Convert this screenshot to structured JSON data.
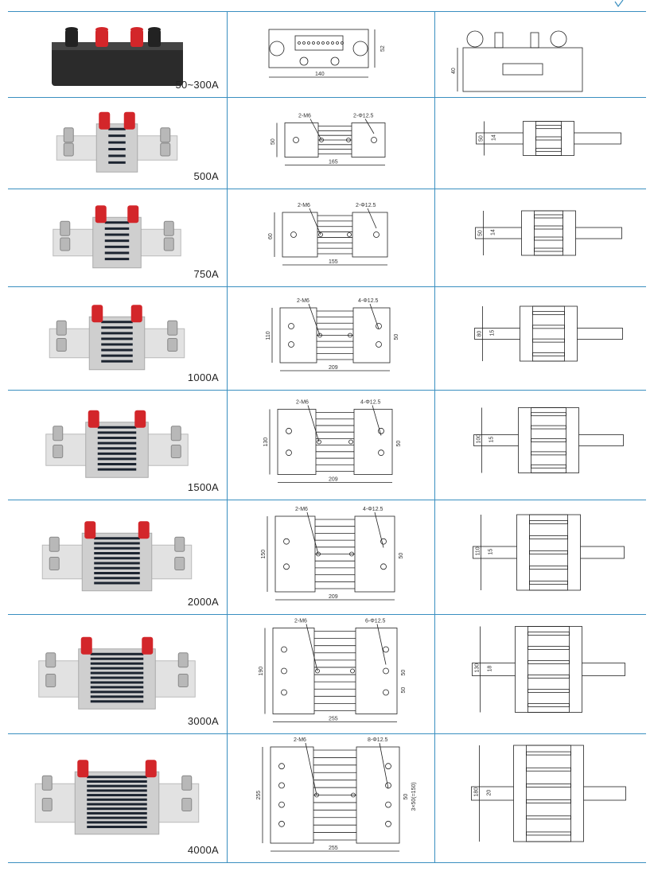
{
  "shunts": [
    {
      "rating": "50~300A",
      "top_length": "140",
      "top_height": "52",
      "side_height": "40"
    },
    {
      "rating": "500A",
      "hole_label": "2-M6",
      "dia_label": "2-Φ12.5",
      "top_height": "50",
      "top_length": "165",
      "side_height": "50",
      "side_thick": "14"
    },
    {
      "rating": "750A",
      "hole_label": "2-M6",
      "dia_label": "2-Φ12.5",
      "top_height": "60",
      "top_length": "155",
      "side_height": "50",
      "side_thick": "14"
    },
    {
      "rating": "1000A",
      "hole_label": "2-M6",
      "dia_label": "4-Φ12.5",
      "top_height": "110",
      "hole_pitch": "50",
      "top_length": "209",
      "side_height": "80",
      "side_thick": "15"
    },
    {
      "rating": "1500A",
      "hole_label": "2-M6",
      "dia_label": "4-Φ12.5",
      "top_height": "130",
      "hole_pitch": "50",
      "top_length": "209",
      "side_height": "100",
      "side_thick": "15"
    },
    {
      "rating": "2000A",
      "hole_label": "2-M6",
      "dia_label": "4-Φ12.5",
      "top_height": "150",
      "hole_pitch": "50",
      "top_length": "209",
      "side_height": "110",
      "side_thick": "15"
    },
    {
      "rating": "3000A",
      "hole_label": "2-M6",
      "dia_label": "6-Φ12.5",
      "top_height": "190",
      "hole_pitch": "50",
      "hole_pitch_2": "50",
      "top_length": "255",
      "side_height": "130",
      "side_thick": "18"
    },
    {
      "rating": "4000A",
      "hole_label": "2-M6",
      "dia_label": "8-Φ12.5",
      "top_height": "255",
      "hole_pitch": "50",
      "hole_pitch_total": "3×50(=150)",
      "top_length": "255",
      "side_height": "180",
      "side_thick": "20"
    }
  ],
  "colors": {
    "rule": "#3a8fc0",
    "terminal": "#d3262a",
    "base": "#2b2b2b",
    "metal": "#c9c9c9"
  }
}
